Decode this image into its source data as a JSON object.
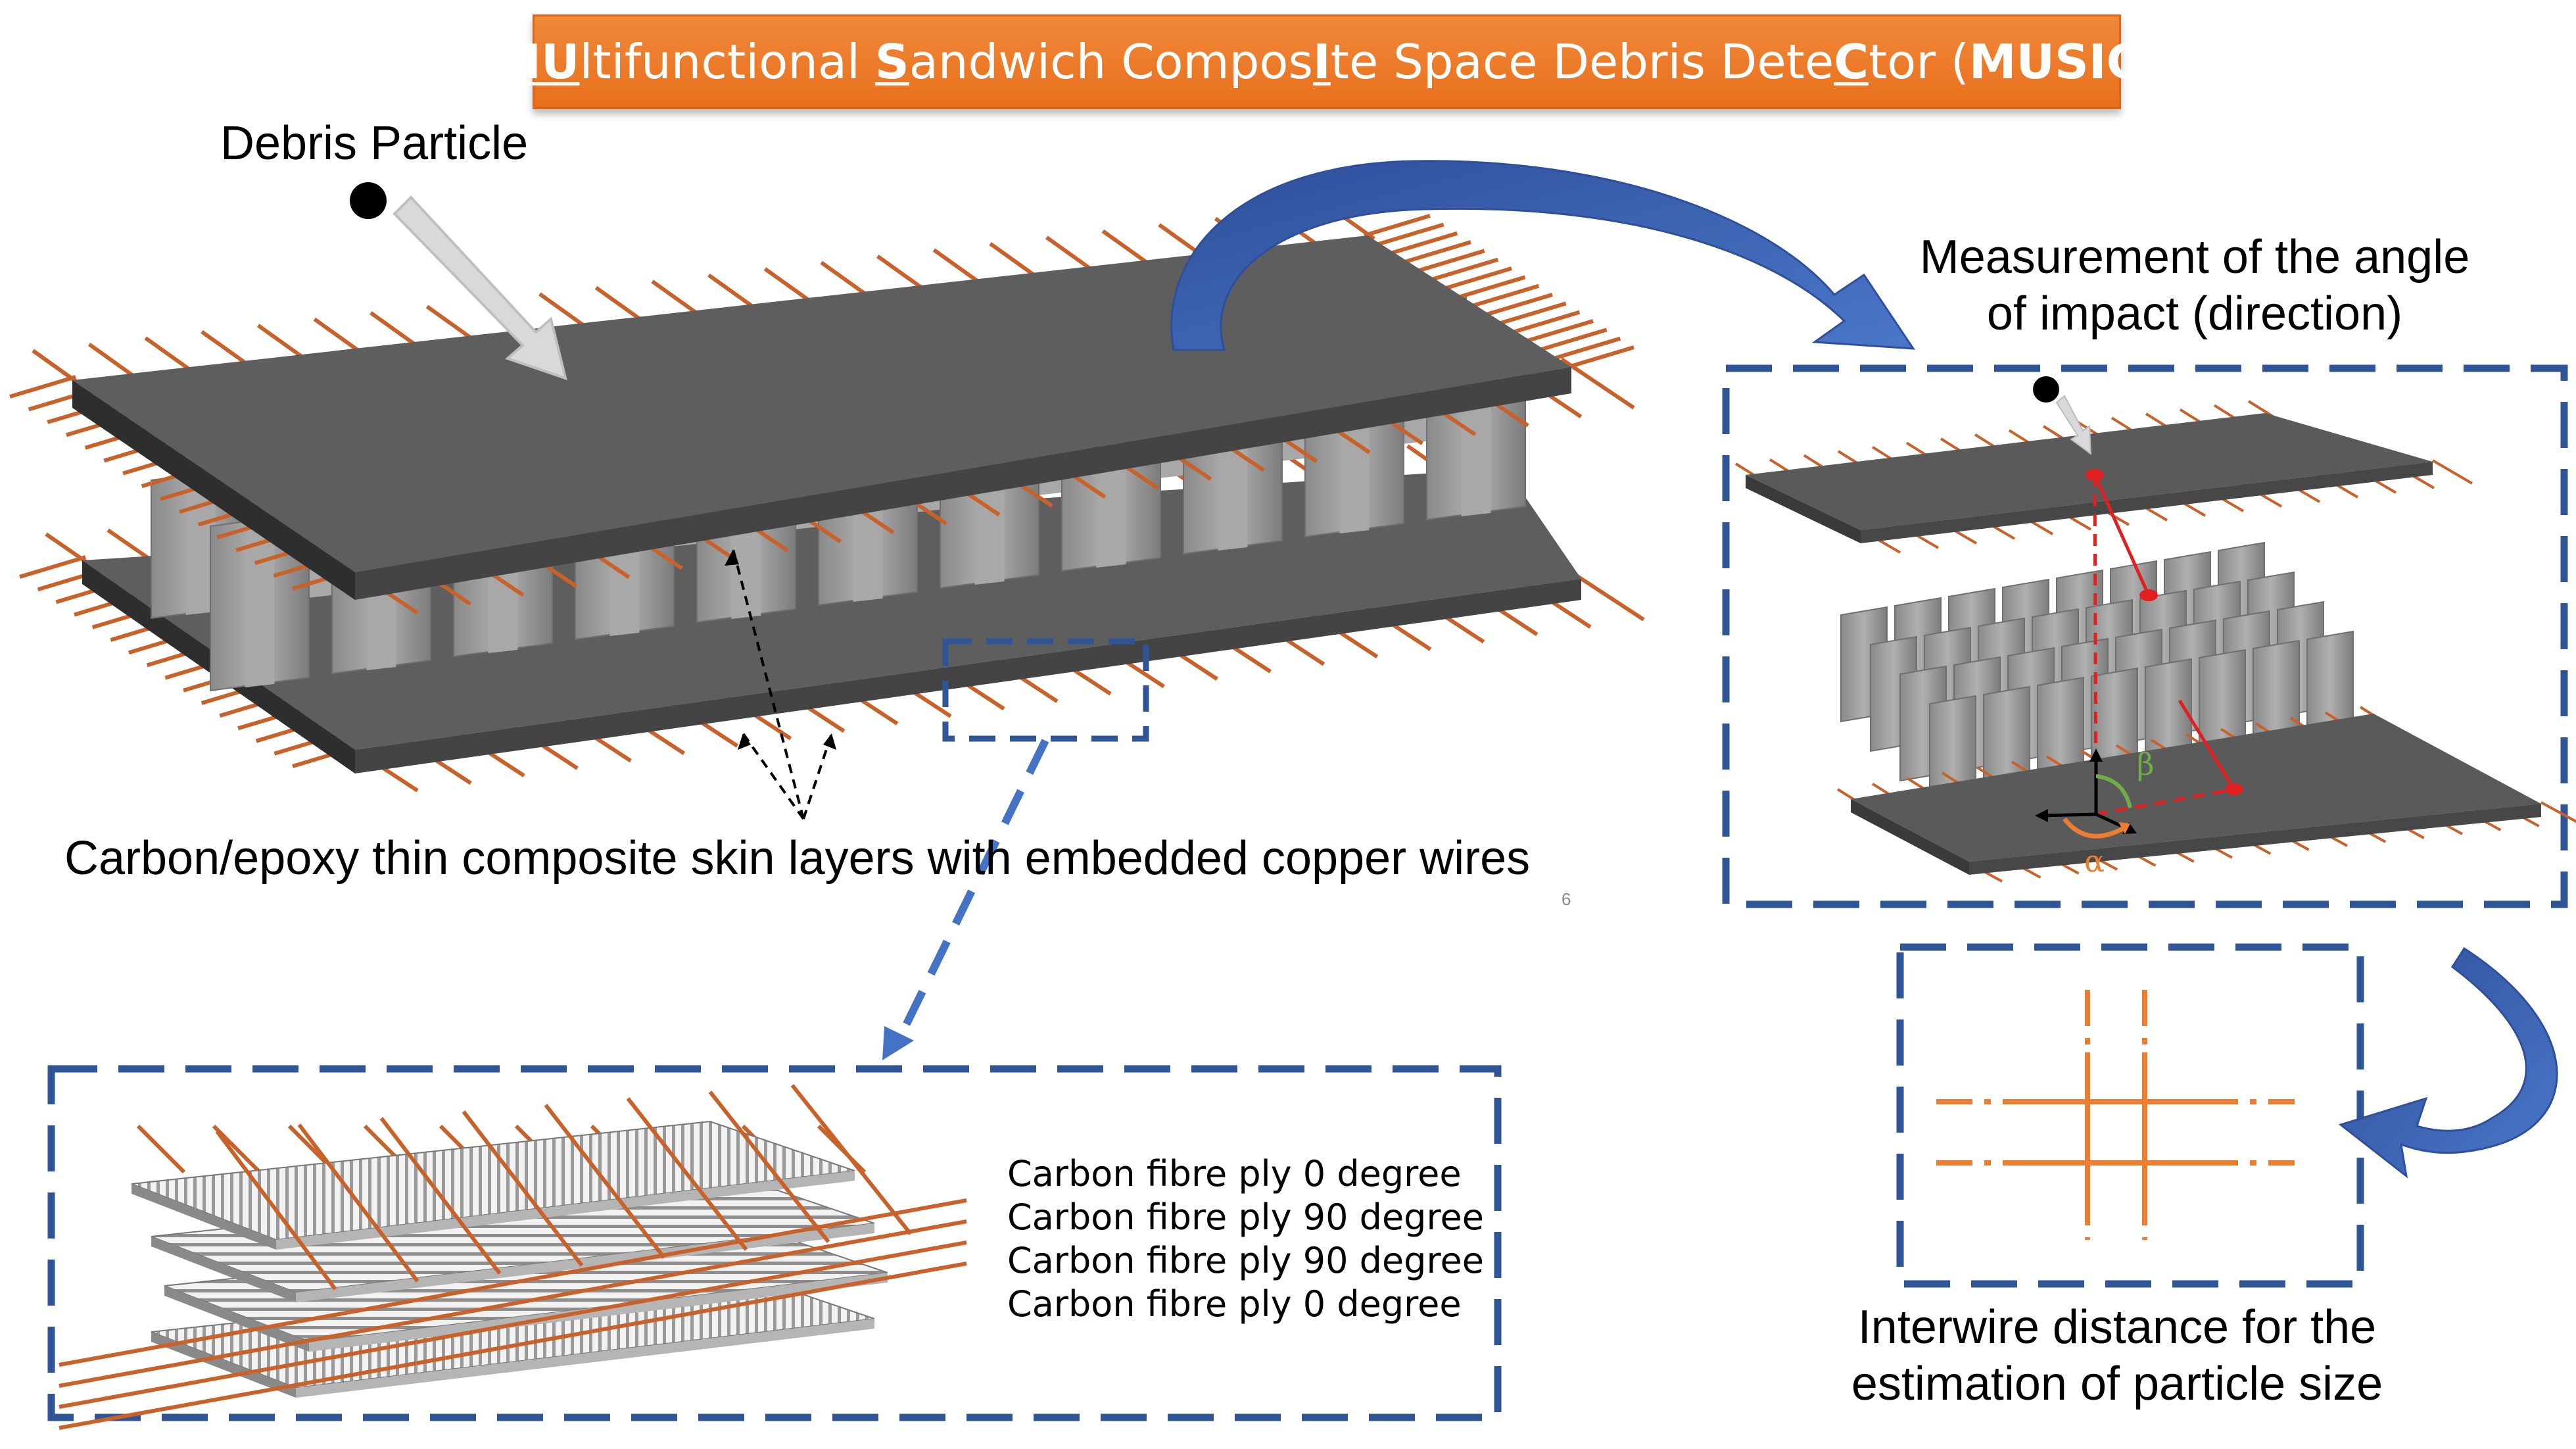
{
  "title": {
    "parts": [
      {
        "text": "MU",
        "style": "bold-underline"
      },
      {
        "text": "ltifunctional ",
        "style": "plain"
      },
      {
        "text": "S",
        "style": "bold-underline"
      },
      {
        "text": "andwich Compos",
        "style": "plain"
      },
      {
        "text": "I",
        "style": "bold-underline"
      },
      {
        "text": "te Space Debris Dete",
        "style": "plain"
      },
      {
        "text": "C",
        "style": "bold-underline"
      },
      {
        "text": "tor (",
        "style": "plain"
      },
      {
        "text": "MUSIC",
        "style": "bold"
      },
      {
        "text": ")",
        "style": "plain"
      }
    ]
  },
  "labels": {
    "debris_particle": "Debris Particle",
    "skin_layers": "Carbon/epoxy thin composite skin layers with embedded copper wires",
    "angle_line1": "Measurement of the angle",
    "angle_line2": "of impact (direction)",
    "size_line1": "Interwire distance for the",
    "size_line2": "estimation of particle size",
    "page_number": "6",
    "alpha": "α",
    "beta": "β"
  },
  "plies": [
    "Carbon fibre ply 0 degree",
    "Carbon fibre ply 90 degree",
    "Carbon fibre ply 90 degree",
    "Carbon fibre ply 0 degree"
  ],
  "colors": {
    "title_bg": "#ec7a28",
    "panel_dark": "#5a5a5a",
    "panel_edge": "#3a3a3a",
    "honeycomb": "#9c9c9c",
    "wire": "#c8622a",
    "dash_frame": "#2f5597",
    "arrow_blue": "#3e66b8",
    "impact_red": "#e02020",
    "angle_green": "#70ad47",
    "angle_orange": "#ed7d31",
    "grid_orange": "#ed7d31"
  }
}
